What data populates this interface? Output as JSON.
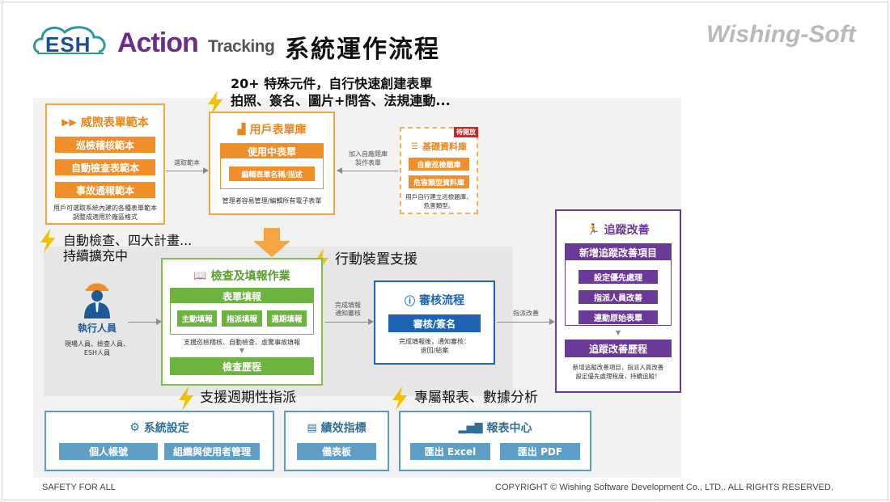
{
  "header": {
    "logo_esh": "ESH",
    "logo_action": "Action",
    "logo_tracking": "Tracking",
    "title": "系統運作流程",
    "brand": "Wishing-Soft"
  },
  "notes": {
    "top_line1": "20+ 特殊元件，自行快速創建表單",
    "top_line2": "拍照、簽名、圖片+問答、法規連動...",
    "left_line1": "自動檢查、四大計畫...",
    "left_line2": "持續擴充中",
    "mobile": "行動裝置支援",
    "periodic": "支援週期性指派",
    "report": "專屬報表、數據分析"
  },
  "templates": {
    "title": "威煦表單範本",
    "items": [
      "巡檢稽核範本",
      "自動檢查表範本",
      "事故通報範本"
    ],
    "desc_line1": "用戶可選取系統內建的各種表單範本",
    "desc_line2": "調整成適用於廠區格式"
  },
  "user_forms": {
    "title": "用戶表單庫",
    "inner_title": "使用中表單",
    "inner_item": "編輯表單名稱/描述",
    "desc": "管理者容易管理/編輯所有電子表單"
  },
  "base_db": {
    "badge": "待開放",
    "title": "基礎資料庫",
    "items": [
      "自廠巡檢題庫",
      "危害類型資料庫"
    ],
    "desc_line1": "用戶自行建立巡檢題庫、",
    "desc_line2": "危害類型。"
  },
  "inspection": {
    "title": "檢查及填報作業",
    "section": "表單填報",
    "subs": [
      "主動填報",
      "指派填報",
      "週期填報"
    ],
    "desc": "支援巡檢稽核、自動檢查、虛驚事故填報",
    "history": "檢查歷程"
  },
  "executor": {
    "title": "執行人員",
    "desc_line1": "現場人員、檢查人員、",
    "desc_line2": "ESH人員"
  },
  "review": {
    "title": "審核流程",
    "action": "審核/簽名",
    "desc_line1": "完成填報後，通知審核：",
    "desc_line2": "退回/結案"
  },
  "tracking": {
    "title": "追蹤改善",
    "section": "新增追蹤改善項目",
    "items": [
      "設定優先處理",
      "指派人員改善",
      "連動原始表單"
    ],
    "history": "追蹤改善歷程",
    "desc_line1": "新增追蹤改善項目，指派人員改善",
    "desc_line2": "設定優先處理程度，持續追蹤！"
  },
  "arrows": {
    "select_template": "選取範本",
    "add_db_line1": "加入自廠題庫",
    "add_db_line2": "製作表單",
    "done_line1": "完成填報",
    "done_line2": "通知審核",
    "assign": "指派改善"
  },
  "settings": {
    "title": "系統設定",
    "items": [
      "個人帳號",
      "組織與使用者管理"
    ]
  },
  "kpi": {
    "title": "績效指標",
    "items": [
      "儀表板"
    ]
  },
  "reports": {
    "title": "報表中心",
    "items": [
      "匯出 Excel",
      "匯出 PDF"
    ]
  },
  "footer": {
    "left": "SAFETY FOR ALL",
    "right": "COPYRIGHT © Wishing Software Development Co., LTD.. ALL RIGHTS RESERVED."
  },
  "colors": {
    "orange": "#f08f2a",
    "green": "#6db33f",
    "blue": "#1e64b4",
    "purple": "#6b3a99",
    "steel": "#5f9ec7",
    "bolt": "#f2c200"
  }
}
